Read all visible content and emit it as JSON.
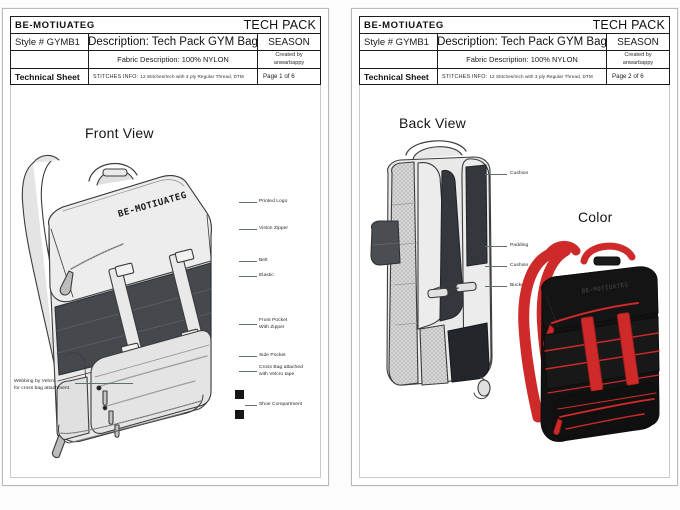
{
  "document": {
    "brand": "BE-MOTIUATEG",
    "doc_type": "TECH PACK",
    "style_label": "Style # GYMB1",
    "description": "Description: Tech Pack GYM Bag",
    "season": "SEASON",
    "fabric_description": "Fabric Description: 100% NYLON",
    "created_by_label": "Created by",
    "created_by_name": "anwarbappy",
    "technical_sheet": "Technical Sheet",
    "stitches_lead": "STITCHES INFO:",
    "stitches_detail": "12 Stitches/Inch with 3 ply Regular Thread, DTM"
  },
  "pages": [
    {
      "page_number": "Page 1 of 6",
      "view_title": "Front View",
      "callouts": [
        {
          "id": "printed-logo",
          "text": "Printed Logo"
        },
        {
          "id": "vislon-zipper",
          "text": "Vislon Zipper"
        },
        {
          "id": "belt",
          "text": "Belt"
        },
        {
          "id": "elastic",
          "text": "Elastic"
        },
        {
          "id": "front-pocket",
          "text": "Front Pocket\nWith Zipper"
        },
        {
          "id": "side-pocket",
          "text": "Side Pocket"
        },
        {
          "id": "cross-bag",
          "text": "Cross Bag attached\nwith Velcro tape"
        },
        {
          "id": "shoe-compartment",
          "text": "Shoe Compartment"
        },
        {
          "id": "webbing-velcro",
          "text": "Webbing by Velcro\nfor cross bag attachment."
        }
      ],
      "bag_print_logo": "BE-MOTIUATEG"
    },
    {
      "page_number": "Page 2 of 6",
      "view_title": "Back View",
      "color_title": "Color",
      "callouts": [
        {
          "id": "cushion-top",
          "text": "Cushion"
        },
        {
          "id": "padding",
          "text": "Padding"
        },
        {
          "id": "cushion-lower",
          "text": "Cushion"
        },
        {
          "id": "bucket",
          "text": "Bucket"
        }
      ],
      "bag_print_logo": "BE-MOTIUATEG"
    }
  ],
  "colors": {
    "line": "#3c3c3c",
    "body_light": "#e6e6e6",
    "body_mid": "#d2d2d2",
    "belt_dark": "#3f4247",
    "cushion_dark": "#2f3136",
    "colorway_body": "#121212",
    "colorway_accent": "#cf2a2a",
    "leader": "#5f6f6a",
    "sheet_border": "#b9b9b9"
  }
}
